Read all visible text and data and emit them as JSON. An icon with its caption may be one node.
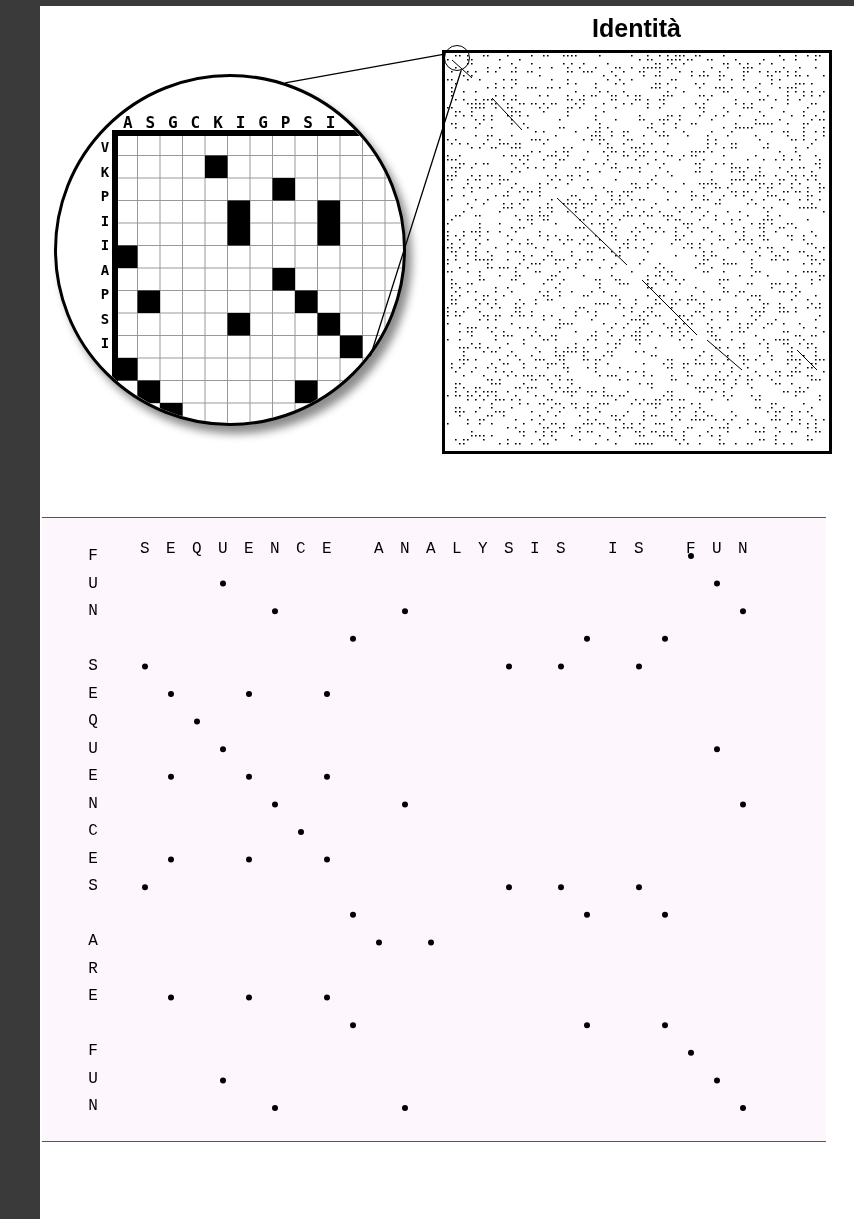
{
  "diagram": {
    "title": "Identità",
    "nodes": [
      {
        "text": [],
        "shape": "circle"
      },
      {
        "text": [],
        "shape": "circle"
      }
    ],
    "edges": [
      {
        "from": 1,
        "to": 0,
        "arrow": "none"
      }
    ],
    "labels": [
      "ASGCKIGPSI",
      "VKPIIAPSI",
      "SEQUENCE ANALYSIS IS FUN",
      "FUN SEQUENCES ARE FUN"
    ]
  }
}
